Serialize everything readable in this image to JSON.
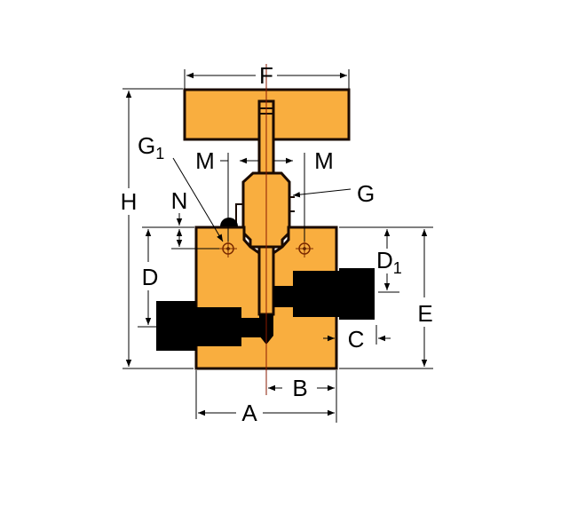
{
  "diagram": {
    "type": "technical-dimension-drawing",
    "subject": "needle valve",
    "colors": {
      "body_fill": "#F9AE3F",
      "outline": "#1A0A00",
      "fitting": "#000000",
      "dimension_line": "#000000",
      "background": "#FFFFFF"
    },
    "labels": {
      "F": "F",
      "H": "H",
      "G1_main": "G",
      "G1_sub": "1",
      "M_left": "M",
      "M_right": "M",
      "G": "G",
      "N": "N",
      "D": "D",
      "D1_main": "D",
      "D1_sub": "1",
      "E": "E",
      "C": "C",
      "B": "B",
      "A": "A"
    }
  }
}
